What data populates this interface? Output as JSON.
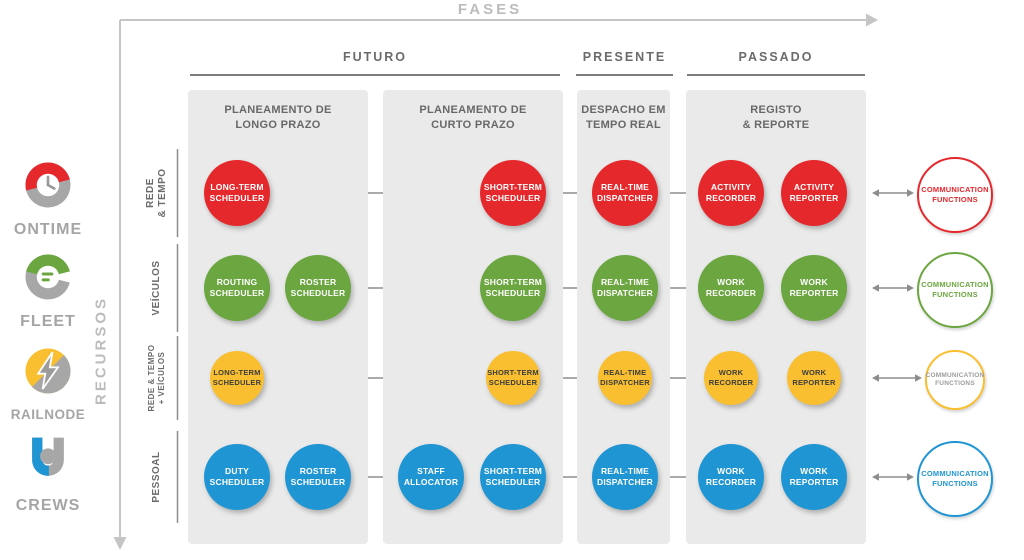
{
  "axes": {
    "top": "FASES",
    "left": "RECURSOS"
  },
  "colors": {
    "red": "#e5282c",
    "green": "#6ba640",
    "yellow": "#f9bf30",
    "blue": "#2095d3",
    "panel_gray": "#e9eae9",
    "arrow_gray": "#8d8d8d",
    "axis_gray": "#c5c5c5",
    "heading_gray": "#6b6b6b",
    "brand_gray": "#a5a5a5",
    "yellow_text": "#3d3d3d",
    "yellow_comm_text": "#9c9c9c"
  },
  "brands": [
    {
      "name": "ONTIME",
      "icon": "ontime-clock-icon"
    },
    {
      "name": "FLEET",
      "icon": "fleet-ring-icon"
    },
    {
      "name": "RAILNODE",
      "icon": "railnode-bolt-icon"
    },
    {
      "name": "CREWS",
      "icon": "crews-person-icon"
    }
  ],
  "phases": [
    {
      "label": "FUTURO"
    },
    {
      "label": "PRESENTE"
    },
    {
      "label": "PASSADO"
    }
  ],
  "columns": [
    {
      "lines": [
        "PLANEAMENTO DE",
        "LONGO PRAZO"
      ]
    },
    {
      "lines": [
        "PLANEAMENTO DE",
        "CURTO PRAZO"
      ]
    },
    {
      "lines": [
        "DESPACHO EM",
        "TEMPO REAL"
      ]
    },
    {
      "lines": [
        "REGISTO",
        "& REPORTE"
      ]
    }
  ],
  "rows": [
    {
      "label_lines": [
        "REDE",
        "& TEMPO"
      ],
      "color_key": "red",
      "nodes": [
        {
          "col": "A",
          "lines": [
            "LONG-TERM",
            "SCHEDULER"
          ]
        },
        {
          "col": "D",
          "lines": [
            "SHORT-TERM",
            "SCHEDULER"
          ]
        },
        {
          "col": "E",
          "lines": [
            "REAL-TIME",
            "DISPATCHER"
          ]
        },
        {
          "col": "F",
          "lines": [
            "ACTIVITY",
            "RECORDER"
          ]
        },
        {
          "col": "G",
          "lines": [
            "ACTIVITY",
            "REPORTER"
          ]
        }
      ],
      "comm_lines": [
        "COMMUNICATION",
        "FUNCTIONS"
      ]
    },
    {
      "label_lines": [
        "VEÍCULOS"
      ],
      "color_key": "green",
      "nodes": [
        {
          "col": "A",
          "lines": [
            "ROUTING",
            "SCHEDULER"
          ]
        },
        {
          "col": "B",
          "lines": [
            "ROSTER",
            "SCHEDULER"
          ]
        },
        {
          "col": "D",
          "lines": [
            "SHORT-TERM",
            "SCHEDULER"
          ]
        },
        {
          "col": "E",
          "lines": [
            "REAL-TIME",
            "DISPATCHER"
          ]
        },
        {
          "col": "F",
          "lines": [
            "WORK",
            "RECORDER"
          ]
        },
        {
          "col": "G",
          "lines": [
            "WORK",
            "REPORTER"
          ]
        }
      ],
      "comm_lines": [
        "COMMUNICATION",
        "FUNCTIONS"
      ]
    },
    {
      "label_lines": [
        "REDE & TEMPO",
        "+ VEÍCULOS"
      ],
      "color_key": "yellow",
      "nodes": [
        {
          "col": "A",
          "lines": [
            "LONG-TERM",
            "SCHEDULER"
          ]
        },
        {
          "col": "D",
          "lines": [
            "SHORT-TERM",
            "SCHEDULER"
          ]
        },
        {
          "col": "E",
          "lines": [
            "REAL-TIME",
            "DISPATCHER"
          ]
        },
        {
          "col": "F",
          "lines": [
            "WORK",
            "RECORDER"
          ]
        },
        {
          "col": "G",
          "lines": [
            "WORK",
            "REPORTER"
          ]
        }
      ],
      "comm_lines": [
        "COMMUNICATION",
        "FUNCTIONS"
      ]
    },
    {
      "label_lines": [
        "PESSOAL"
      ],
      "color_key": "blue",
      "nodes": [
        {
          "col": "A",
          "lines": [
            "DUTY",
            "SCHEDULER"
          ]
        },
        {
          "col": "B",
          "lines": [
            "ROSTER",
            "SCHEDULER"
          ]
        },
        {
          "col": "C",
          "lines": [
            "STAFF",
            "ALLOCATOR"
          ]
        },
        {
          "col": "D",
          "lines": [
            "SHORT-TERM",
            "SCHEDULER"
          ]
        },
        {
          "col": "E",
          "lines": [
            "REAL-TIME",
            "DISPATCHER"
          ]
        },
        {
          "col": "F",
          "lines": [
            "WORK",
            "RECORDER"
          ]
        },
        {
          "col": "G",
          "lines": [
            "WORK",
            "REPORTER"
          ]
        }
      ],
      "comm_lines": [
        "COMMUNICATION",
        "FUNCTIONS"
      ]
    }
  ]
}
